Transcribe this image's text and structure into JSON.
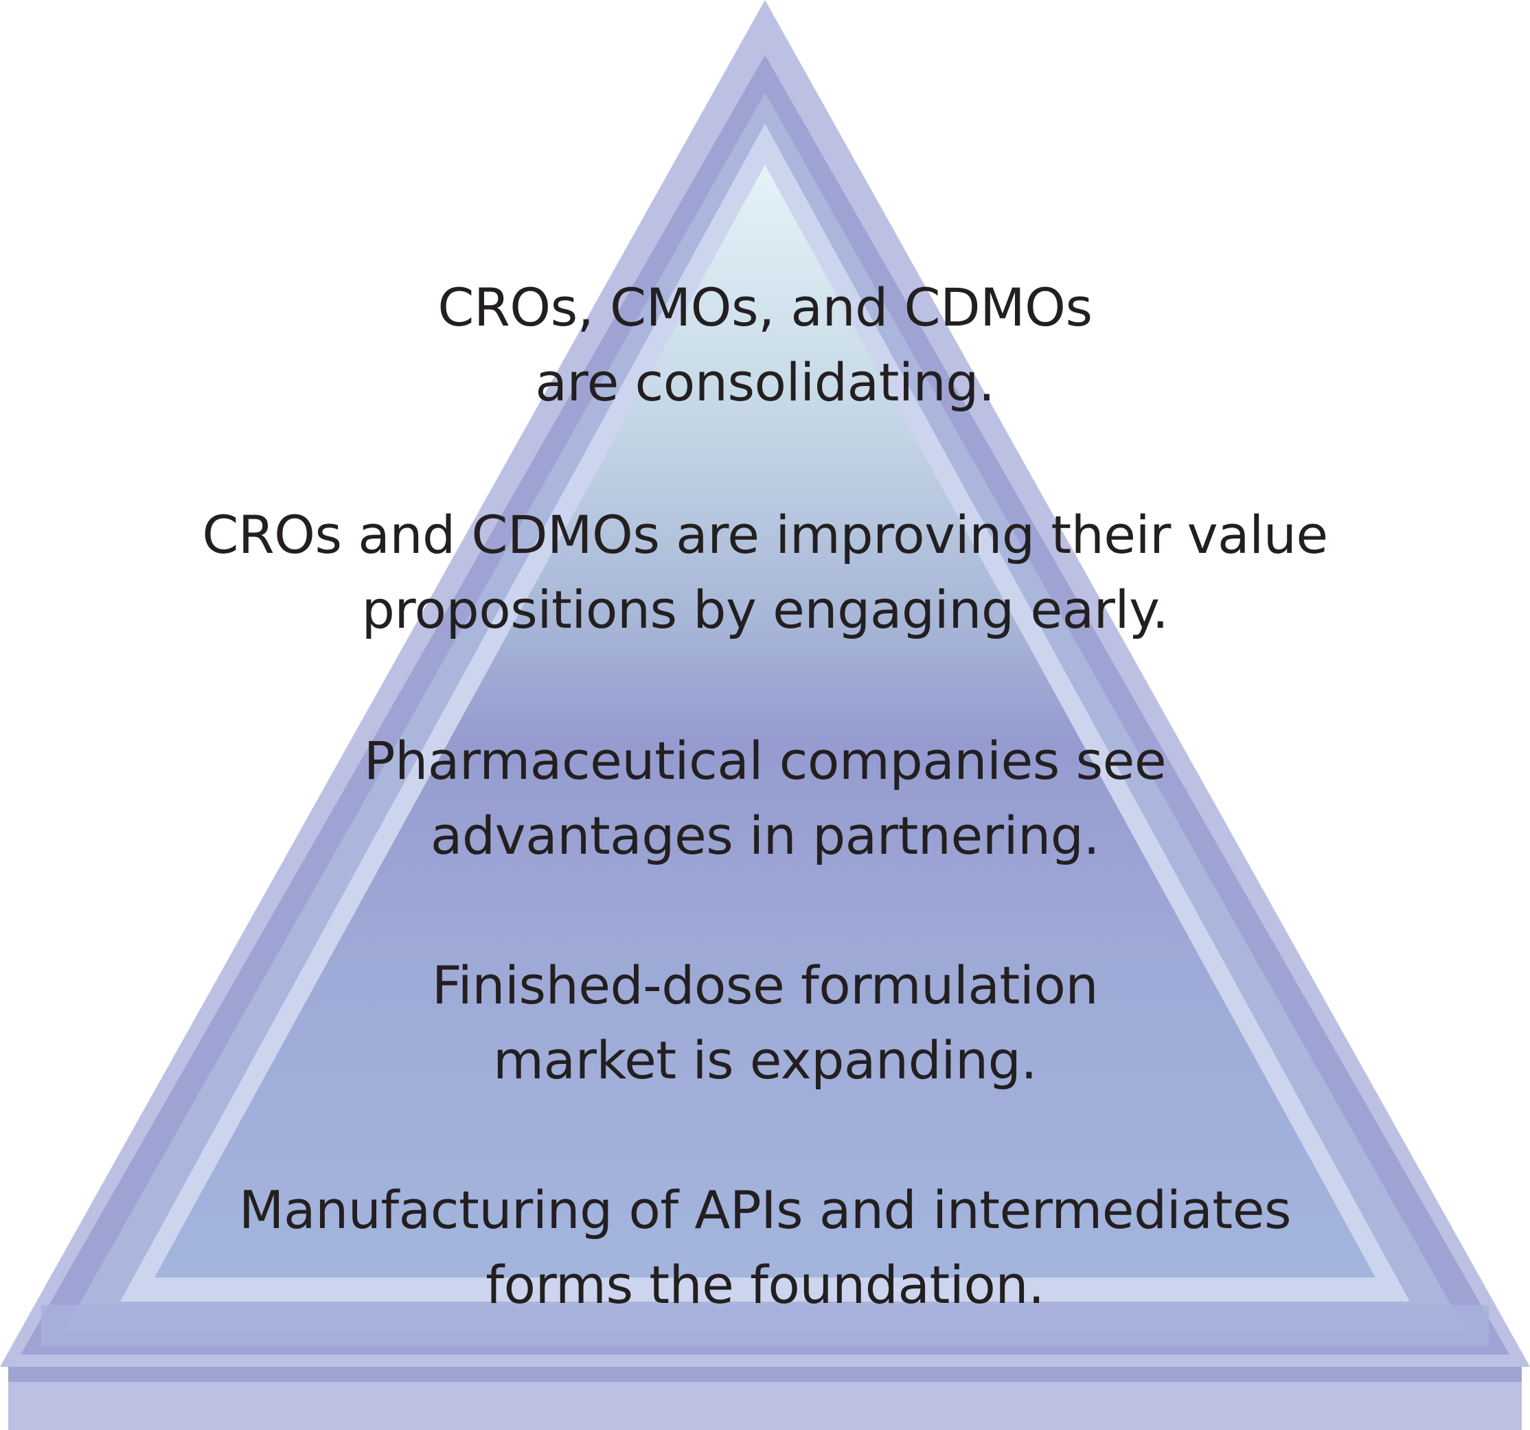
{
  "diagram": {
    "type": "pyramid",
    "colors": {
      "outer_edge": "#bcc0e2",
      "mid_edge": "#9ea3d3",
      "inner_band": "#cdd5ee",
      "top_fill": "#e4f3f8",
      "middle_fill": "#959bcf",
      "bottom_fill": "#a3b5dd",
      "text": "#231f20"
    },
    "tiers": [
      {
        "line1": "CROs, CMOs, and CDMOs",
        "line2": "are consolidating."
      },
      {
        "line1": "CROs and CDMOs are improving their value",
        "line2": "propositions by engaging early."
      },
      {
        "line1": "Pharmaceutical companies see",
        "line2": "advantages in partnering."
      },
      {
        "line1": "Finished-dose formulation",
        "line2": "market is expanding."
      },
      {
        "line1": "Manufacturing of APIs and intermediates",
        "line2": "forms the foundation."
      }
    ]
  }
}
